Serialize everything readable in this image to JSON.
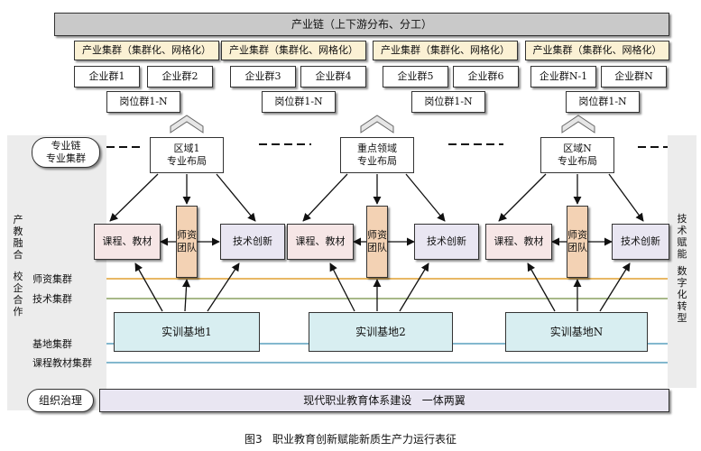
{
  "industry_chain": "产业链（上下游分布、分工）",
  "clusters": [
    {
      "title": "产业集群（集群化、网格化）",
      "groups": [
        "企业群1",
        "企业群2"
      ],
      "positions": "岗位群1-N"
    },
    {
      "title": "产业集群（集群化、网格化）",
      "groups": [
        "企业群3",
        "企业群4"
      ],
      "positions": "岗位群1-N"
    },
    {
      "title": "产业集群（集群化、网格化）",
      "groups": [
        "企业群5",
        "企业群6"
      ],
      "positions": "岗位群1-N"
    },
    {
      "title": "产业集群（集群化、网格化）",
      "groups": [
        "企业群N-1",
        "企业群N"
      ],
      "positions": "岗位群1-N"
    }
  ],
  "left_side": {
    "specialty_chain": [
      "专业链",
      "专业集群"
    ],
    "vertical_1": "产教融合",
    "vertical_2": "校企合作",
    "clusters": [
      "师资集群",
      "技术集群",
      "基地集群",
      "课程教材集群"
    ],
    "governance": "组织治理"
  },
  "right_side": {
    "vertical_1": "技术赋能",
    "vertical_2": "数字化转型"
  },
  "units": [
    {
      "layout": [
        "区域1",
        "专业布局"
      ],
      "course": "课程、教材",
      "faculty": "师资团队",
      "tech": "技术创新",
      "base": "实训基地1"
    },
    {
      "layout": [
        "重点领域",
        "专业布局"
      ],
      "course": "课程、教材",
      "faculty": "师资团队",
      "tech": "技术创新",
      "base": "实训基地2"
    },
    {
      "layout": [
        "区域N",
        "专业布局"
      ],
      "course": "课程、教材",
      "faculty": "师资团队",
      "tech": "技术创新",
      "base": "实训基地N"
    }
  ],
  "bottom_bar": "现代职业教育体系建设   一体两翼",
  "caption": "图3   职业教育创新赋能新质生产力运行表征",
  "colors": {
    "line_orange": "#e0a030",
    "line_green": "#8aa060",
    "line_blue": "#5aa0bd",
    "box_grey": "#c9c9c9"
  }
}
